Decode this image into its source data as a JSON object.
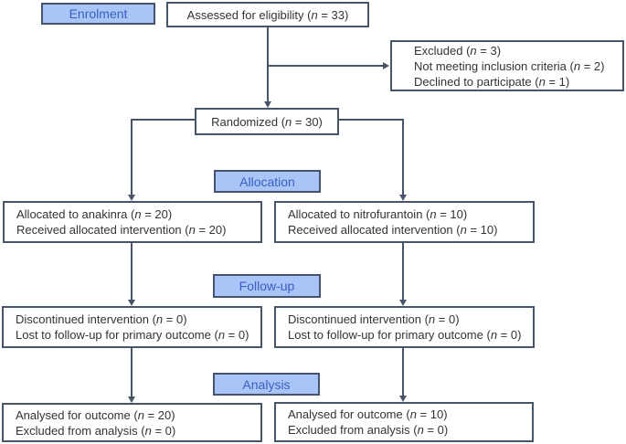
{
  "palette": {
    "connector_line": "#475569",
    "box_border": "#475569",
    "box_fill": "#ffffff",
    "stage_label_fill": "#a9c5f7",
    "stage_label_border": "#47536e",
    "stage_label_text": "#3a5ec1",
    "body_text": "#333333"
  },
  "stage_labels": {
    "enrolment": "Enrolment",
    "allocation": "Allocation",
    "followup": "Follow-up",
    "analysis": "Analysis"
  },
  "boxes": {
    "assessed": {
      "lines": [
        {
          "pre": "Assessed for eligibility (",
          "n": "n",
          "post": " = 33)"
        }
      ]
    },
    "excluded": {
      "lines": [
        {
          "pre": "Excluded (",
          "n": "n",
          "post": " = 3)"
        },
        {
          "pre": "Not meeting inclusion criteria (",
          "n": "n",
          "post": " = 2)"
        },
        {
          "pre": "Declined to participate (",
          "n": "n",
          "post": " = 1)"
        }
      ]
    },
    "randomized": {
      "lines": [
        {
          "pre": "Randomized (",
          "n": "n",
          "post": " = 30)"
        }
      ]
    },
    "allocated_anakinra": {
      "lines": [
        {
          "pre": "Allocated to anakinra (",
          "n": "n",
          "post": " = 20)"
        },
        {
          "pre": "Received allocated intervention (",
          "n": "n",
          "post": " = 20)"
        }
      ]
    },
    "allocated_nitrofurantoin": {
      "lines": [
        {
          "pre": "Allocated to nitrofurantoin (",
          "n": "n",
          "post": " = 10)"
        },
        {
          "pre": "Received allocated intervention (",
          "n": "n",
          "post": " = 10)"
        }
      ]
    },
    "followup_anakinra": {
      "lines": [
        {
          "pre": "Discontinued intervention (",
          "n": "n",
          "post": " = 0)"
        },
        {
          "pre": "Lost to follow-up for primary outcome (",
          "n": "n",
          "post": " = 0)"
        }
      ]
    },
    "followup_nitrofurantoin": {
      "lines": [
        {
          "pre": "Discontinued intervention (",
          "n": "n",
          "post": " = 0)"
        },
        {
          "pre": "Lost to follow-up for primary outcome (",
          "n": "n",
          "post": " = 0)"
        }
      ]
    },
    "analysed_anakinra": {
      "lines": [
        {
          "pre": "Analysed for outcome (",
          "n": "n",
          "post": " = 20)"
        },
        {
          "pre": "Excluded from analysis (",
          "n": "n",
          "post": " = 0)"
        }
      ]
    },
    "analysed_nitrofurantoin": {
      "lines": [
        {
          "pre": "Analysed for outcome (",
          "n": "n",
          "post": " = 10)"
        },
        {
          "pre": "Excluded from analysis (",
          "n": "n",
          "post": " = 0)"
        }
      ]
    }
  }
}
